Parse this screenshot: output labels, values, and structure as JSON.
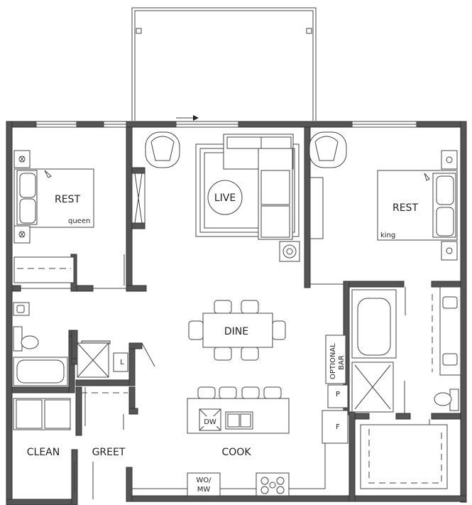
{
  "rooms": {
    "rest_left": "REST",
    "bed_left_size": "queen",
    "live": "LIVE",
    "rest_right": "REST",
    "bed_right_size": "king",
    "dine": "DINE",
    "optional_bar_line1": "OPTIONAL",
    "optional_bar_line2": "BAR",
    "pantry": "P",
    "fridge": "F",
    "linen": "L",
    "dishwasher": "DW",
    "washer_dryer_line1": "WO/",
    "washer_dryer_line2": "MW",
    "clean": "CLEAN",
    "greet": "GREET",
    "cook": "COOK"
  },
  "colors": {
    "wall": "#555555",
    "line": "#444444",
    "background": "#ffffff"
  }
}
